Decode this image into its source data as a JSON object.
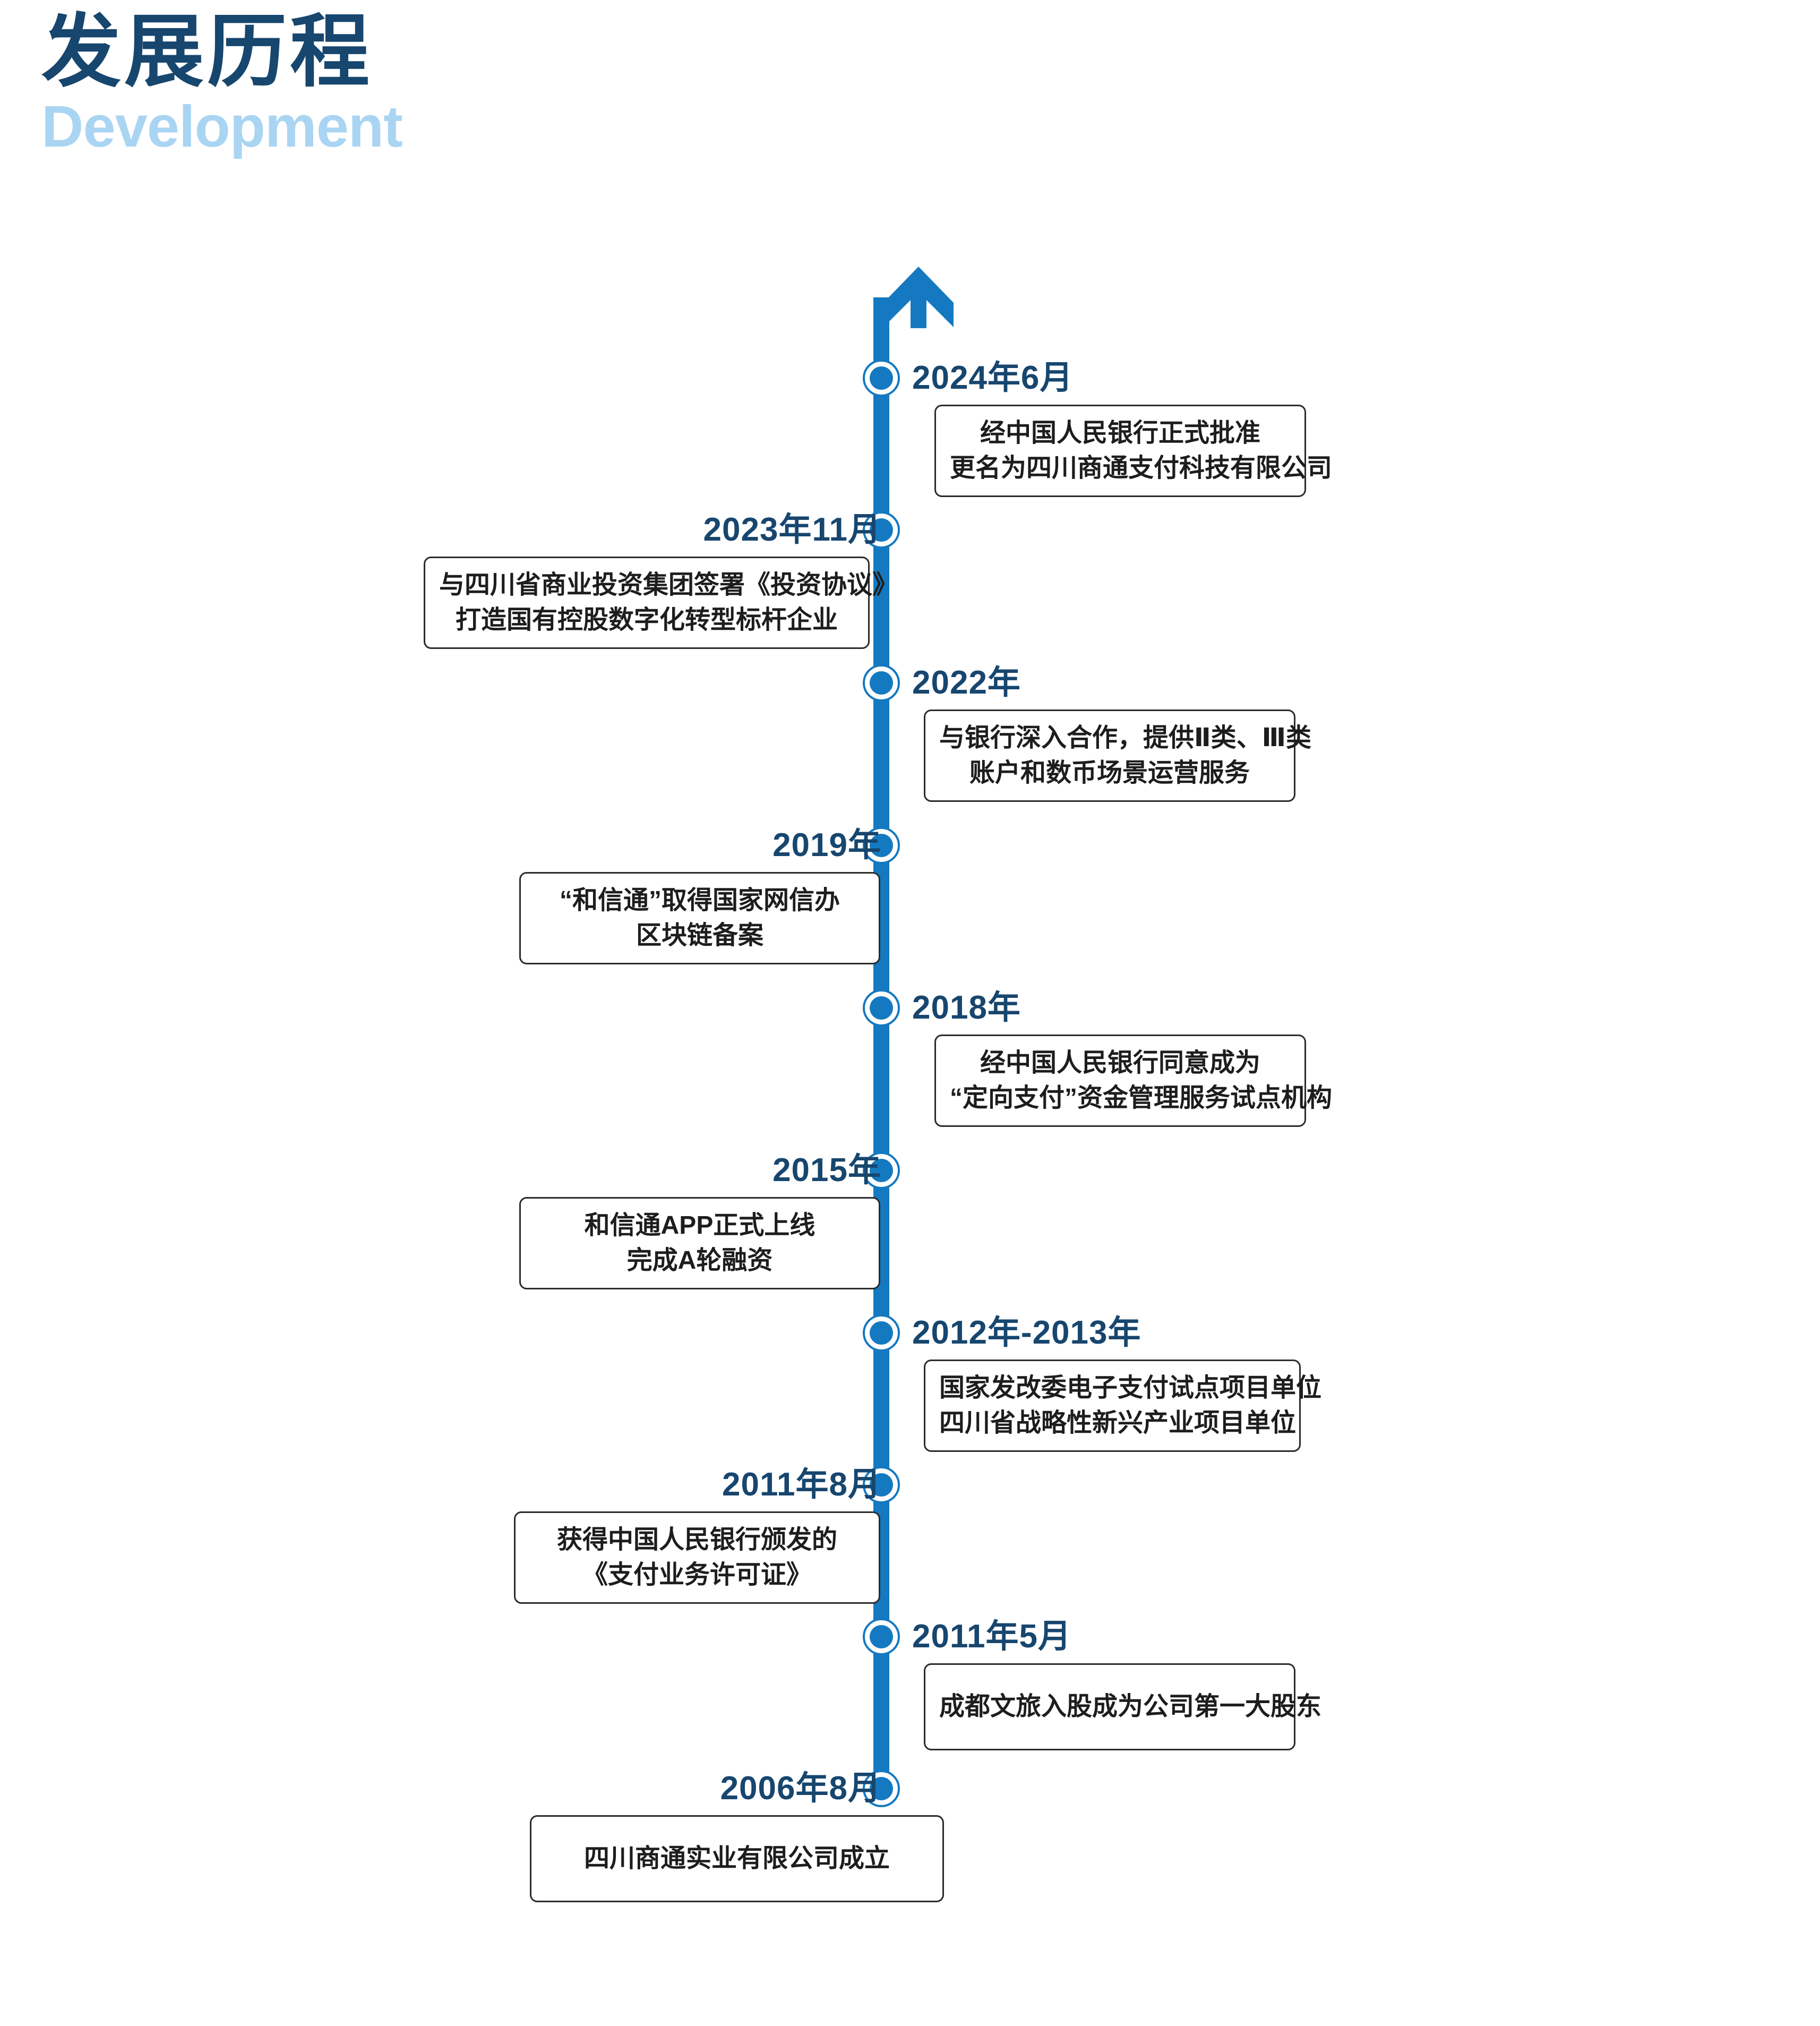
{
  "header": {
    "title_cn": "发展历程",
    "title_en": "Development"
  },
  "colors": {
    "navy": "#17466e",
    "blue": "#1479c0",
    "light_blue": "#a9d5f2",
    "box_border": "#2b2b2b",
    "box_text": "#1d1d1d",
    "background": "#ffffff"
  },
  "timeline": {
    "axis_direction": "upward",
    "arrow_icon": "arrow-up-icon",
    "marker_icon": "ring-dot-icon",
    "events": [
      {
        "id": "2024-06",
        "side": "right",
        "label": "2024年6月",
        "lines": [
          "经中国人民银行正式批准",
          "更名为四川商通支付科技有限公司"
        ]
      },
      {
        "id": "2023-11",
        "side": "left",
        "label": "2023年11月",
        "lines": [
          "与四川省商业投资集团签署《投资协议》",
          "打造国有控股数字化转型标杆企业"
        ]
      },
      {
        "id": "2022",
        "side": "right",
        "label": "2022年",
        "lines": [
          "与银行深入合作，提供Ⅱ类、Ⅲ类",
          "账户和数币场景运营服务"
        ]
      },
      {
        "id": "2019",
        "side": "left",
        "label": "2019年",
        "lines": [
          "“和信通”取得国家网信办",
          "区块链备案"
        ]
      },
      {
        "id": "2018",
        "side": "right",
        "label": "2018年",
        "lines": [
          "经中国人民银行同意成为",
          "“定向支付”资金管理服务试点机构"
        ]
      },
      {
        "id": "2015",
        "side": "left",
        "label": "2015年",
        "lines": [
          "和信通APP正式上线",
          "完成A轮融资"
        ]
      },
      {
        "id": "2012-2013",
        "side": "right",
        "label": "2012年-2013年",
        "lines": [
          "国家发改委电子支付试点项目单位",
          "四川省战略性新兴产业项目单位"
        ]
      },
      {
        "id": "2011-08",
        "side": "left",
        "label": "2011年8月",
        "lines": [
          "获得中国人民银行颁发的",
          "《支付业务许可证》"
        ]
      },
      {
        "id": "2011-05",
        "side": "right",
        "label": "2011年5月",
        "lines": [
          "成都文旅入股成为公司第一大股东"
        ]
      },
      {
        "id": "2006-08",
        "side": "left",
        "label": "2006年8月",
        "lines": [
          "四川商通实业有限公司成立"
        ]
      }
    ]
  }
}
